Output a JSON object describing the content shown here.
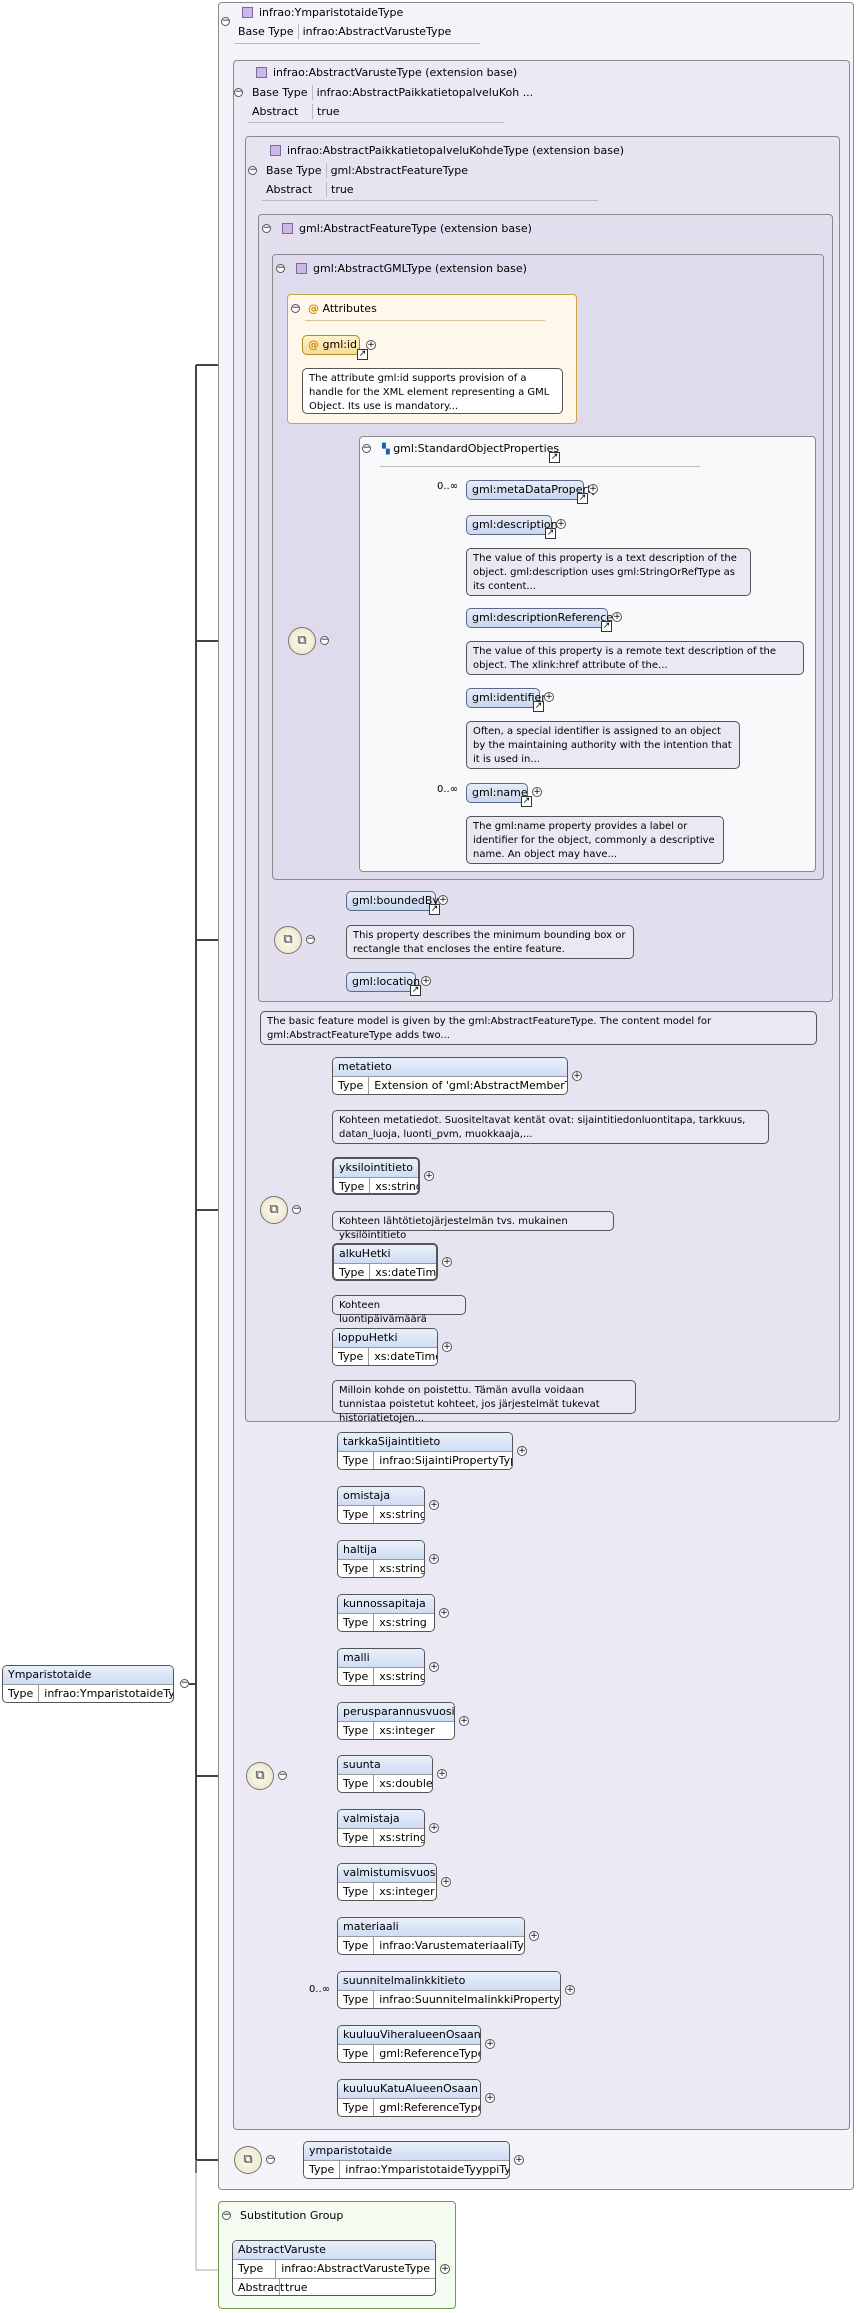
{
  "type_label": "Type",
  "base_type_label": "Base Type",
  "abstract_label": "Abstract",
  "root": {
    "name": "Ymparistotaide",
    "type": "infrao:YmparistotaideType"
  },
  "outer": {
    "title": "infrao:YmparistotaideType",
    "base_type": "infrao:AbstractVarusteType"
  },
  "ext1": {
    "title": "infrao:AbstractVarusteType (extension base)",
    "base_type": "infrao:AbstractPaikkatietopalveluKoh ...",
    "abstract": "true"
  },
  "ext2": {
    "title": "infrao:AbstractPaikkatietopalveluKohdeType (extension base)",
    "base_type": "gml:AbstractFeatureType",
    "abstract": "true"
  },
  "ext3": {
    "title": "gml:AbstractFeatureType (extension base)"
  },
  "ext4": {
    "title": "gml:AbstractGMLType (extension base)"
  },
  "attributes": {
    "title": "Attributes",
    "id": "gml:id",
    "id_doc": "The attribute gml:id supports provision of a handle for the XML element representing a GML Object. Its use is mandatory..."
  },
  "std_group": {
    "title": "gml:StandardObjectProperties",
    "items": [
      {
        "name": "gml:metaDataProperty",
        "occ": "0..∞",
        "doc": ""
      },
      {
        "name": "gml:description",
        "occ": "",
        "doc": "The value of this property is a text description of the object. gml:description uses gml:StringOrRefType as its content..."
      },
      {
        "name": "gml:descriptionReference",
        "occ": "",
        "doc": "The value of this property is a remote text description of the object. The xlink:href attribute of the..."
      },
      {
        "name": "gml:identifier",
        "occ": "",
        "doc": "Often, a special identifier is assigned to an object by the maintaining authority with the intention that it is used in..."
      },
      {
        "name": "gml:name",
        "occ": "0..∞",
        "doc": "The gml:name property provides a label or identifier for the object, commonly a descriptive name. An object may have..."
      }
    ]
  },
  "feature_seq": {
    "bounded_by": "gml:boundedBy",
    "bounded_by_doc": "This property describes the minimum bounding box or rectangle that encloses the entire feature.",
    "location": "gml:location"
  },
  "feature_doc": "The basic feature model is given by the gml:AbstractFeatureType. The content model for gml:AbstractFeatureType adds two...",
  "pk_seq": [
    {
      "name": "metatieto",
      "type": "Extension of 'gml:AbstractMemberType'",
      "doc": "Kohteen metatiedot. Suositeltavat kentät ovat: sijaintitiedonluontitapa, tarkkuus, datan_luoja, luonti_pvm, muokkaaja,..."
    },
    {
      "name": "yksilointitieto",
      "type": "xs:string",
      "doc": "Kohteen lähtötietojärjestelmän tvs. mukainen yksilöintitieto"
    },
    {
      "name": "alkuHetki",
      "type": "xs:dateTime",
      "doc": "Kohteen luontipäivämäärä"
    },
    {
      "name": "loppuHetki",
      "type": "xs:dateTime",
      "doc": "Milloin kohde on poistettu. Tämän avulla voidaan tunnistaa poistetut kohteet, jos järjestelmät tukevat historiatietojen..."
    }
  ],
  "var_seq": [
    {
      "name": "tarkkaSijaintitieto",
      "type": "infrao:SijaintiPropertyType",
      "occ": ""
    },
    {
      "name": "omistaja",
      "type": "xs:string",
      "occ": ""
    },
    {
      "name": "haltija",
      "type": "xs:string",
      "occ": ""
    },
    {
      "name": "kunnossapitaja",
      "type": "xs:string",
      "occ": ""
    },
    {
      "name": "malli",
      "type": "xs:string",
      "occ": ""
    },
    {
      "name": "perusparannusvuosi",
      "type": "xs:integer",
      "occ": ""
    },
    {
      "name": "suunta",
      "type": "xs:double",
      "occ": ""
    },
    {
      "name": "valmistaja",
      "type": "xs:string",
      "occ": ""
    },
    {
      "name": "valmistumisvuosi",
      "type": "xs:integer",
      "occ": ""
    },
    {
      "name": "materiaali",
      "type": "infrao:VarustemateriaaliType",
      "occ": ""
    },
    {
      "name": "suunnitelmalinkkitieto",
      "type": "infrao:SuunnitelmalinkkiPropertyType",
      "occ": "0..∞"
    },
    {
      "name": "kuuluuViheralueenOsaan",
      "type": "gml:ReferenceType",
      "occ": ""
    },
    {
      "name": "kuuluuKatuAlueenOsaan",
      "type": "gml:ReferenceType",
      "occ": ""
    }
  ],
  "final_el": {
    "name": "ymparistotaide",
    "type": "infrao:YmparistotaideTyyppiType"
  },
  "subst": {
    "title": "Substitution Group",
    "name": "AbstractVaruste",
    "type": "infrao:AbstractVarusteType",
    "abstract": "true"
  },
  "colors": {
    "panel_border": "#8a8a8a",
    "element_fill": "#cfdcf3",
    "attribute_fill": "#fff8ea",
    "substitution_fill": "#f4fbf0"
  },
  "icons": {
    "compositor": "sequence-icon",
    "expand": "plus-icon",
    "collapse": "minus-icon",
    "link": "link-arrow-icon",
    "attribute": "at-icon",
    "group": "group-icon",
    "type": "complex-type-icon"
  }
}
